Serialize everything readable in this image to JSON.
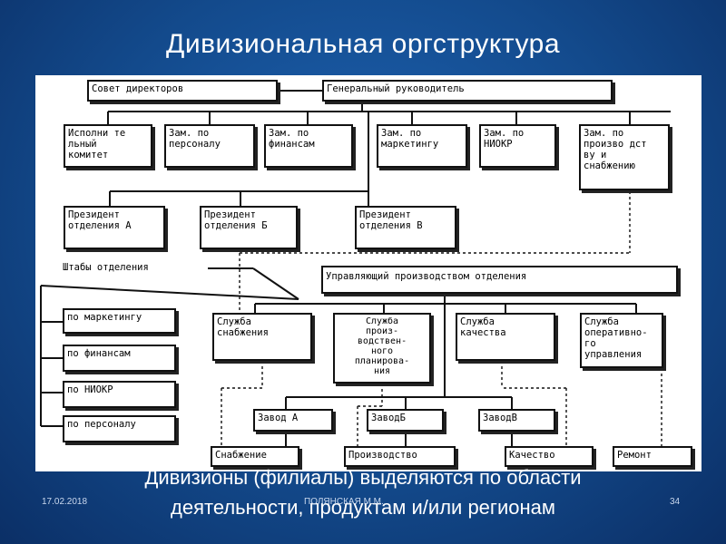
{
  "slide": {
    "title": "Дивизиональная оргструктура",
    "caption_line1": "Дивизионы (филиалы) выделяются по области",
    "caption_line2": "деятельности, продуктам и/или регионам",
    "date": "17.02.2018",
    "author": "ПОЛЯНСКАЯ М.М.",
    "page": "34"
  },
  "diagram": {
    "board": "Совет директоров",
    "ceo": "Генеральный руководитель",
    "deputies": [
      "Исполни те\nльный\nкомитет",
      "Зам. по\nперсоналу",
      "Зам. по\nфинансам",
      "Зам. по\nмаркетингу",
      "Зам. по\nНИОКР",
      "Зам. по\nпроизво дст\nву и\nснабжению"
    ],
    "presidents": [
      "Президент\nотделения А",
      "Президент\nотделения Б",
      "Президент\nотделения В"
    ],
    "hq_label": "Штабы отделения",
    "hq": [
      "по маркетингу",
      "по финансам",
      "по НИОКР",
      "по персоналу"
    ],
    "manager": "Управляющий производством отделения",
    "services": [
      "Служба\nснабжения",
      "Служба\nпроиз-\nводствен-\nного\nпланирова-\nния",
      "Служба\nкачества",
      "Служба\nоперативно-\nго\nуправления"
    ],
    "plants": [
      "Завод А",
      "ЗаводБ",
      "ЗаводВ"
    ],
    "functions": [
      "Снабжение",
      "Производство",
      "Качество",
      "Ремонт"
    ]
  }
}
